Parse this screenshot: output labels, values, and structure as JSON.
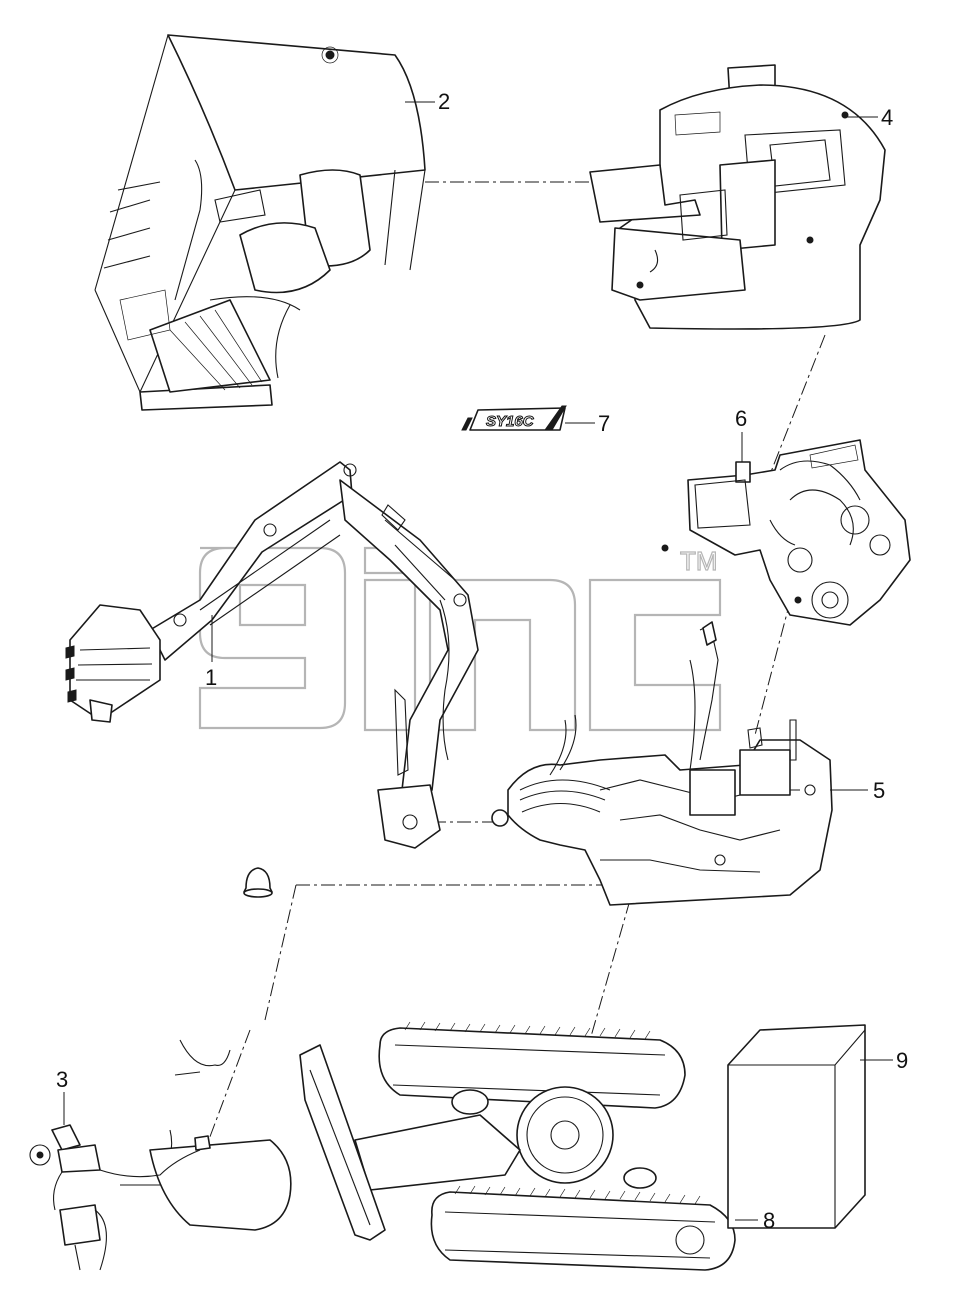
{
  "callouts": [
    {
      "id": "1",
      "label": "1"
    },
    {
      "id": "2",
      "label": "2"
    },
    {
      "id": "3",
      "label": "3"
    },
    {
      "id": "4",
      "label": "4"
    },
    {
      "id": "5",
      "label": "5"
    },
    {
      "id": "6",
      "label": "6"
    },
    {
      "id": "7",
      "label": "7"
    },
    {
      "id": "8",
      "label": "8"
    },
    {
      "id": "9",
      "label": "9"
    }
  ],
  "decal_text": "SY16C",
  "watermark": {
    "trademark": "TM"
  }
}
